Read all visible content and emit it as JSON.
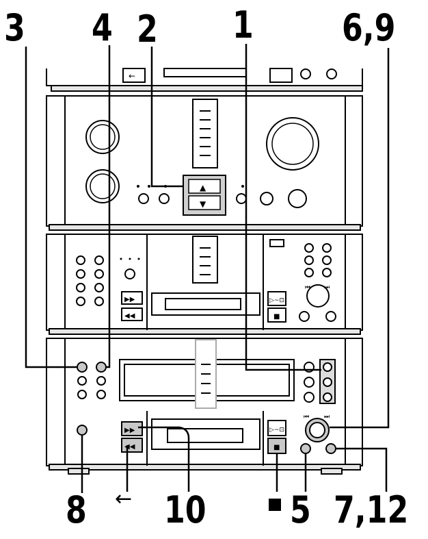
{
  "callouts": {
    "top": [
      "3",
      "4",
      "2",
      "1",
      "6,9"
    ],
    "bottom_left": "8",
    "bottom_arrow": "←",
    "bottom_10": "10",
    "bottom_stop_symbol": "■",
    "bottom_5": "5",
    "bottom_712": "7,12"
  },
  "device": {
    "top_unit_button_symbol": "←",
    "tape_deck_button_symbols": [
      "▶▶",
      "◀◀",
      "▷~⊡",
      "■"
    ],
    "skip_symbols": [
      "⏮",
      "⏭"
    ],
    "md_deck_button_symbols": [
      "▶▶",
      "◀◀",
      "▷~⊡",
      "■"
    ]
  },
  "icons": {
    "callout_lines": "leader-line-icon",
    "stop_symbol": "stop-square-icon"
  }
}
